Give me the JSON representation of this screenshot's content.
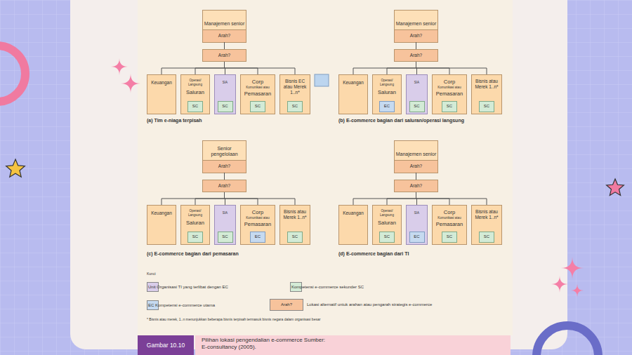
{
  "diagram": {
    "caption": "Pilihan lokasi pengendalian e-commerce Sumber: E-consultancy (2005).",
    "nodes": [
      {
        "text": [
          "Manajemen senior"
        ]
      },
      {
        "text": [
          "Arah?"
        ],
        "in": 0
      },
      {
        "text": [
          "Arah?"
        ]
      },
      {
        "text": [
          "Keuangan"
        ]
      },
      {
        "text": [
          "Operasi/ Langsung",
          "Saluran"
        ]
      },
      {
        "text": [
          "SC"
        ],
        "in": 4
      },
      {
        "text": [
          "SIA"
        ]
      },
      {
        "text": [
          "SC"
        ],
        "in": 6
      },
      {
        "text": [
          "Corp",
          "Komunikasi atau",
          "Pemasaran"
        ]
      },
      {
        "text": [
          "SC"
        ],
        "in": 8
      },
      {
        "text": [
          "Bisnis EC atau Merek 1..n*"
        ]
      },
      {
        "text": [
          "SC"
        ],
        "in": 10
      },
      {
        "text": [
          "Manajemen senior"
        ]
      },
      {
        "text": [
          "Arah?"
        ],
        "in": 12
      },
      {
        "text": [
          "Arah?"
        ]
      },
      {
        "text": [
          "Keuangan"
        ]
      },
      {
        "text": [
          "Operasi/ Langsung",
          "Saluran"
        ]
      },
      {
        "text": [
          "EC"
        ],
        "in": 16
      },
      {
        "text": [
          "SIA"
        ]
      },
      {
        "text": [
          "SC"
        ],
        "in": 18
      },
      {
        "text": [
          "Corp",
          "Komunikasi atau",
          "Pemasaran"
        ]
      },
      {
        "text": [
          "SC"
        ],
        "in": 20
      },
      {
        "text": [
          "Bisnis atau Merek 1..n*"
        ]
      },
      {
        "text": [
          "SC"
        ],
        "in": 22
      },
      {
        "text": [
          "Senior pengelolaan"
        ]
      },
      {
        "text": [
          "Arah?"
        ],
        "in": 24
      },
      {
        "text": [
          "Arah?"
        ]
      },
      {
        "text": [
          "Keuangan"
        ]
      },
      {
        "text": [
          "Operasi/ Langsung",
          "Saluran"
        ]
      },
      {
        "text": [
          "SC"
        ],
        "in": 28
      },
      {
        "text": [
          "SIA"
        ]
      },
      {
        "text": [
          "SC"
        ],
        "in": 30
      },
      {
        "text": [
          "Corp",
          "Komunikasi atau",
          "Pemasaran"
        ]
      },
      {
        "text": [
          "EC"
        ],
        "in": 32
      },
      {
        "text": [
          "Bisnis atau Merek 1..n*"
        ]
      },
      {
        "text": [
          "SC"
        ],
        "in": 34
      },
      {
        "text": [
          "Manajemen senior"
        ]
      },
      {
        "text": [
          "Arah?"
        ],
        "in": 36
      },
      {
        "text": [
          "Arah?"
        ]
      },
      {
        "text": [
          "Keuangan"
        ]
      },
      {
        "text": [
          "Operasi/ Langsung",
          "Saluran"
        ]
      },
      {
        "text": [
          "SC"
        ],
        "in": 40
      },
      {
        "text": [
          "SIA"
        ]
      },
      {
        "text": [
          "EC"
        ],
        "in": 42
      },
      {
        "text": [
          "Corp",
          "Komunikasi atau",
          "Pemasaran"
        ]
      },
      {
        "text": [
          "SC"
        ],
        "in": 44
      },
      {
        "text": [
          "Bisnis atau Merek 1..n*"
        ]
      },
      {
        "text": [
          "SC"
        ],
        "in": 46
      },
      {
        "text": [
          "Gambar 10.10"
        ]
      }
    ],
    "edges": [
      {
        "from": 0,
        "to": 2,
        "arrow": "none"
      },
      {
        "from": 2,
        "to": 3,
        "arrow": "none"
      },
      {
        "from": 2,
        "to": 4,
        "arrow": "none"
      },
      {
        "from": 2,
        "to": 6,
        "arrow": "none"
      },
      {
        "from": 2,
        "to": 8,
        "arrow": "none"
      },
      {
        "from": 2,
        "to": 10,
        "arrow": "none"
      },
      {
        "from": 12,
        "to": 14,
        "arrow": "none"
      },
      {
        "from": 14,
        "to": 15,
        "arrow": "none"
      },
      {
        "from": 14,
        "to": 16,
        "arrow": "none"
      },
      {
        "from": 14,
        "to": 18,
        "arrow": "none"
      },
      {
        "from": 14,
        "to": 20,
        "arrow": "none"
      },
      {
        "from": 14,
        "to": 22,
        "arrow": "none"
      },
      {
        "from": 24,
        "to": 26,
        "arrow": "none"
      },
      {
        "from": 26,
        "to": 27,
        "arrow": "none"
      },
      {
        "from": 26,
        "to": 28,
        "arrow": "none"
      },
      {
        "from": 26,
        "to": 30,
        "arrow": "none"
      },
      {
        "from": 26,
        "to": 32,
        "arrow": "none"
      },
      {
        "from": 26,
        "to": 34,
        "arrow": "none"
      },
      {
        "from": 36,
        "to": 38,
        "arrow": "none"
      },
      {
        "from": 38,
        "to": 39,
        "arrow": "none"
      },
      {
        "from": 38,
        "to": 40,
        "arrow": "none"
      },
      {
        "from": 38,
        "to": 42,
        "arrow": "none"
      },
      {
        "from": 38,
        "to": 44,
        "arrow": "none"
      },
      {
        "from": 38,
        "to": 46,
        "arrow": "none"
      }
    ],
    "labels": [
      "(a) Tim e-niaga terpisah",
      "(b) E-commerce bagian dari saluran/operasi langsung",
      "(c) E-commerce bagian dari pemasaran",
      "(d) E-commerce bagian dari TI",
      "Kunci",
      "Arah?",
      "* Bisnis atau merek, 1..n menunjukkan beberapa bisnis terpisah termasuk bisnis negara dalam organisasi besar"
    ],
    "legend": [
      {
        "text": "Unit Organisasi TI yang terlibat dengan EC",
        "color": "#d9cdea"
      },
      {
        "text": "Kompetensi e-commerce sekunder SC",
        "color": "#d3ebd6"
      },
      {
        "text": "EC Kompetensi e-commerce utama",
        "color": "#c6daf0"
      },
      {
        "text": "Lokasi alternatif untuk arahan atau pengarah strategis e-commerce",
        "color": "#f7c39c"
      }
    ]
  }
}
